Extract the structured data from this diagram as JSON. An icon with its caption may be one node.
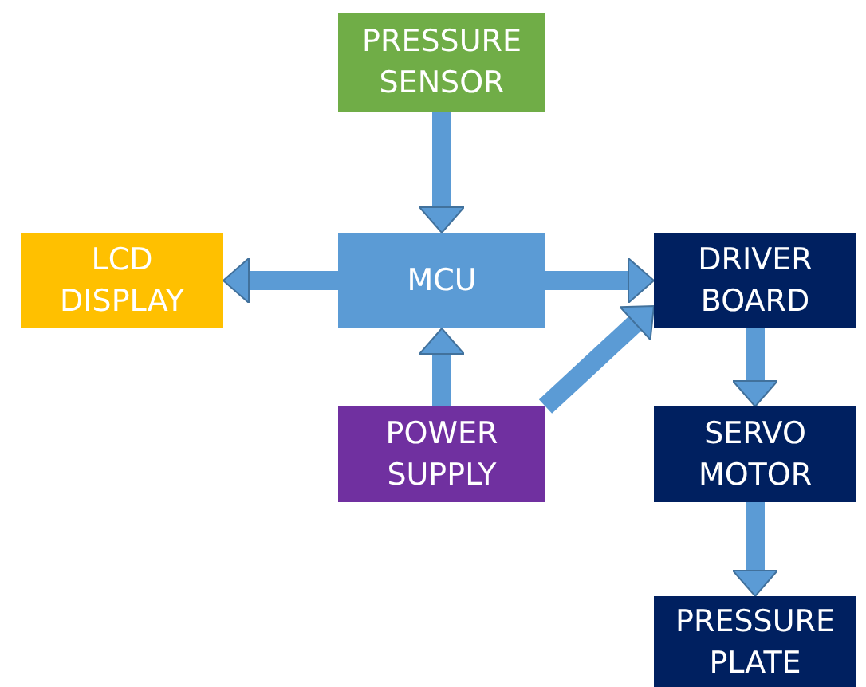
{
  "diagram": {
    "nodes": [
      {
        "text": [
          "PRESSURE SENSOR"
        ]
      },
      {
        "text": [
          "LCD DISPLAY"
        ]
      },
      {
        "text": [
          "MCU"
        ]
      },
      {
        "text": [
          "DRIVER BOARD"
        ]
      },
      {
        "text": [
          "POWER SUPPLY"
        ]
      },
      {
        "text": [
          "SERVO MOTOR"
        ]
      },
      {
        "text": [
          "PRESSURE PLATE"
        ]
      }
    ],
    "edges": [
      {
        "from": 0,
        "to": 2,
        "arrow": "to"
      },
      {
        "from": 2,
        "to": 1,
        "arrow": "to"
      },
      {
        "from": 2,
        "to": 3,
        "arrow": "to"
      },
      {
        "from": 4,
        "to": 2,
        "arrow": "to"
      },
      {
        "from": 4,
        "to": 3,
        "arrow": "to"
      },
      {
        "from": 3,
        "to": 5,
        "arrow": "to"
      },
      {
        "from": 5,
        "to": 6,
        "arrow": "to"
      }
    ]
  }
}
